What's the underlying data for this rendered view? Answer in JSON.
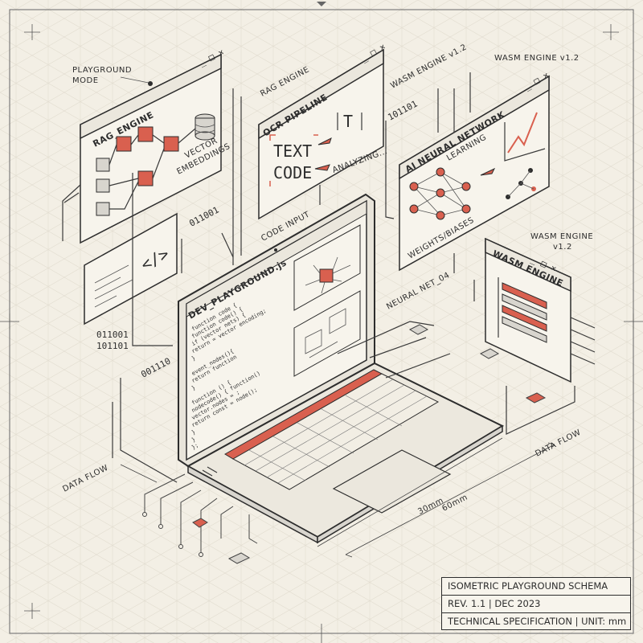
{
  "labels": {
    "playground_mode_1": "PLAYGROUND",
    "playground_mode_2": "MODE",
    "rag_engine": "RAG ENGINE",
    "wasm_engine_a": "WASM ENGINE v1.2",
    "wasm_engine_b": "WASM ENGINE v1.2",
    "wasm_engine_c_1": "WASM ENGINE",
    "wasm_engine_c_2": "v1.2",
    "binary_1": "101101",
    "binary_2": "011001",
    "binary_3": "011001",
    "binary_4": "101101",
    "binary_5": "001110",
    "code_input": "CODE INPUT",
    "neural_net": "NEURAL NET_04",
    "data_flow_left": "DATA FLOW",
    "data_flow_right": "DATA FLOW",
    "dim_30": "30mm",
    "dim_60": "60mm"
  },
  "panels": {
    "rag": {
      "title": "RAG_ENGINE",
      "vector_1": "VECTOR",
      "vector_2": "EMBEDDINGS"
    },
    "ocr": {
      "title": "OCR PIPELINE",
      "text": "TEXT",
      "code": "CODE",
      "glyph": "T",
      "analyzing": "ANALYZING..."
    },
    "nn": {
      "title": "AI NEURAL NETWORK",
      "learning": "LEARNING",
      "weights": "WEIGHTS/BIASES"
    },
    "code_snip": {
      "tag": "</>"
    },
    "wasm": {
      "title": "WASM ENGINE"
    }
  },
  "laptop": {
    "title": "DEV_PLAYGROUND.js",
    "code_lines": [
      "function code {",
      "  function code() {",
      "    if (vector nets) {",
      "      return = vector encoding;",
      "    }",
      "",
      "    event_nodes(){",
      "      return function",
      "    }",
      "",
      "  function () {",
      "    nodecode() { function()",
      "      vector.nodes = ;",
      "      return const = node();",
      "    }",
      "  }",
      "};"
    ]
  },
  "title_block": {
    "title": "ISOMETRIC PLAYGROUND SCHEMA",
    "revision": "REV. 1.1  |  DEC 2023",
    "spec": "TECHNICAL SPECIFICATION  |  UNIT: mm"
  },
  "colors": {
    "accent": "#d9604f",
    "ink": "#2d2d2d",
    "paper": "#f3efe5"
  }
}
